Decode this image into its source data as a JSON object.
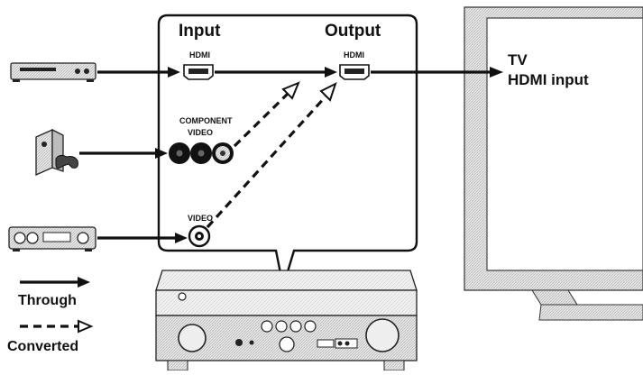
{
  "panel": {
    "input_label": "Input",
    "output_label": "Output"
  },
  "jacks": {
    "hdmi_in": "HDMI",
    "hdmi_out": "HDMI",
    "component_line1": "COMPONENT",
    "component_line2": "VIDEO",
    "video": "VIDEO"
  },
  "tv": {
    "line1": "TV",
    "line2": "HDMI input"
  },
  "legend": {
    "through": "Through",
    "converted": "Converted"
  },
  "devices": {
    "source_1": "dvd-player-icon",
    "source_2": "game-console-icon",
    "source_3": "vcr-icon",
    "receiver": "av-receiver-icon",
    "display": "tv-icon"
  },
  "colors": {
    "line": "#111111",
    "device_fill": "#d9d9d9",
    "tv_bezel": "#cfcfcf"
  }
}
